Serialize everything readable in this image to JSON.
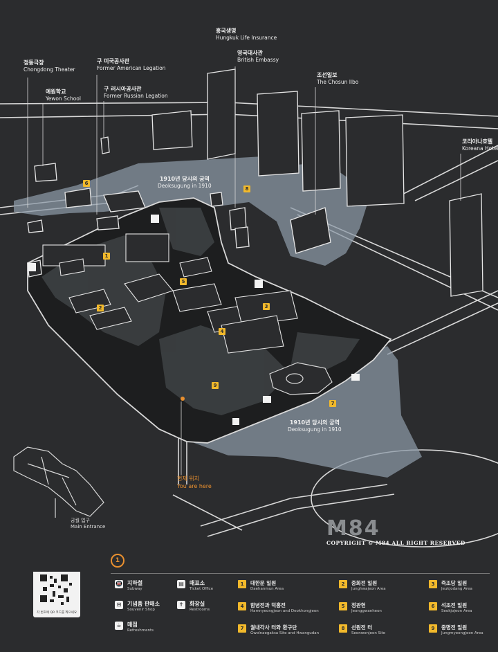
{
  "landmarks": [
    {
      "id": "chongdong",
      "ko": "정동극장",
      "en": "Chongdong Theater"
    },
    {
      "id": "yewon",
      "ko": "예원학교",
      "en": "Yewon School"
    },
    {
      "id": "american",
      "ko": "구 미국공사관",
      "en": "Former American Legation"
    },
    {
      "id": "russian",
      "ko": "구 러시아공사관",
      "en": "Former Russian Legation"
    },
    {
      "id": "hungkuk",
      "ko": "흥국생명",
      "en": "Hungkuk Life Insurance"
    },
    {
      "id": "british",
      "ko": "영국대사관",
      "en": "British Embassy"
    },
    {
      "id": "chosun",
      "ko": "조선일보",
      "en": "The Chosun Ilbo"
    },
    {
      "id": "koreana",
      "ko": "코리아나호텔",
      "en": "Koreana Hotel"
    }
  ],
  "palace_1910": [
    {
      "ko": "1910년 당시의 궁역",
      "en": "Deoksugung in 1910"
    },
    {
      "ko": "1910년 당시의 궁역",
      "en": "Deoksugung in 1910"
    }
  ],
  "markers": [
    "1",
    "2",
    "3",
    "4",
    "5",
    "6",
    "7",
    "8",
    "9"
  ],
  "you_are_here": {
    "ko": "현재 위치",
    "en": "You are here"
  },
  "main_entrance": {
    "ko": "궁궐 입구",
    "en": "Main Entrance"
  },
  "watermark": {
    "logo": "M84",
    "copyright": "COPYRIGHT © M84 ALL RIGHT RESERVED"
  },
  "legend": {
    "badge": "1",
    "qr_caption": "각 번호에 QR 코드를 찍으세요",
    "facilities": [
      {
        "icon": "subway-icon",
        "glyph": "🚇",
        "ko": "지하철",
        "en": "Subway"
      },
      {
        "icon": "ticket-icon",
        "glyph": "▤",
        "ko": "매표소",
        "en": "Ticket Office"
      },
      {
        "icon": "shop-icon",
        "glyph": "⊟",
        "ko": "기념품 판매소",
        "en": "Souvenir Shop"
      },
      {
        "icon": "restroom-icon",
        "glyph": "✝",
        "ko": "화장실",
        "en": "Restrooms"
      },
      {
        "icon": "refreshments-icon",
        "glyph": "☕",
        "ko": "매점",
        "en": "Refreshments"
      }
    ],
    "areas": [
      {
        "num": "1",
        "ko": "대한문 일원",
        "en": "Daehanmun Area"
      },
      {
        "num": "2",
        "ko": "중화전 일원",
        "en": "Junghwajeon Area"
      },
      {
        "num": "3",
        "ko": "즉조당 일원",
        "en": "Jeukjodang Area"
      },
      {
        "num": "4",
        "ko": "함녕전과 덕홍전",
        "en": "Hamnyeongjeon and Deokhongjeon"
      },
      {
        "num": "5",
        "ko": "정관헌",
        "en": "Jeonggwanheon"
      },
      {
        "num": "6",
        "ko": "석조전 일원",
        "en": "Seokjojeon Area"
      },
      {
        "num": "7",
        "ko": "궐내각사 터와 환구단",
        "en": "Gwolnaegaksa Site and Hwangudan"
      },
      {
        "num": "8",
        "ko": "선원전 터",
        "en": "Seonwonjeon Site"
      },
      {
        "num": "9",
        "ko": "중명전 일원",
        "en": "Jungmyeongjeon Area"
      }
    ]
  }
}
